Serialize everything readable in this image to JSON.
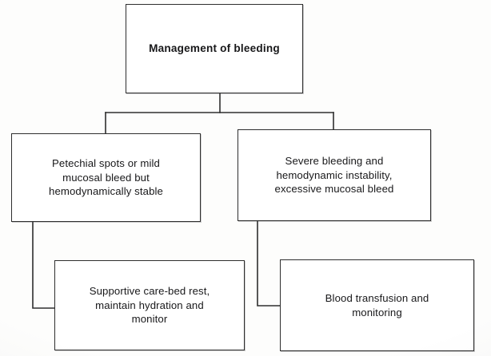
{
  "diagram": {
    "type": "flowchart",
    "title": "Management of bleeding",
    "orientation": "top-down",
    "background_color": "#fdfdfc",
    "box_border_color": "#2e2e2e",
    "text_color": "#18181a",
    "nodes": [
      {
        "id": "root",
        "label": "Management of bleeding",
        "level": 0
      },
      {
        "id": "mild",
        "label": "Petechial spots or mild\nmucosal bleed but\nhemodynamically stable",
        "level": 1
      },
      {
        "id": "severe",
        "label": "Severe bleeding and\nhemodynamic instability,\nexcessive mucosal bleed",
        "level": 1
      },
      {
        "id": "supportive",
        "label": "Supportive care-bed rest,\nmaintain hydration and\nmonitor",
        "level": 2
      },
      {
        "id": "transfusion",
        "label": "Blood transfusion and\nmonitoring",
        "level": 2
      }
    ],
    "edges": [
      {
        "from": "root",
        "to": "mild",
        "style": "orthogonal"
      },
      {
        "from": "root",
        "to": "severe",
        "style": "orthogonal"
      },
      {
        "from": "mild",
        "to": "supportive",
        "style": "orthogonal"
      },
      {
        "from": "severe",
        "to": "transfusion",
        "style": "orthogonal"
      }
    ]
  }
}
